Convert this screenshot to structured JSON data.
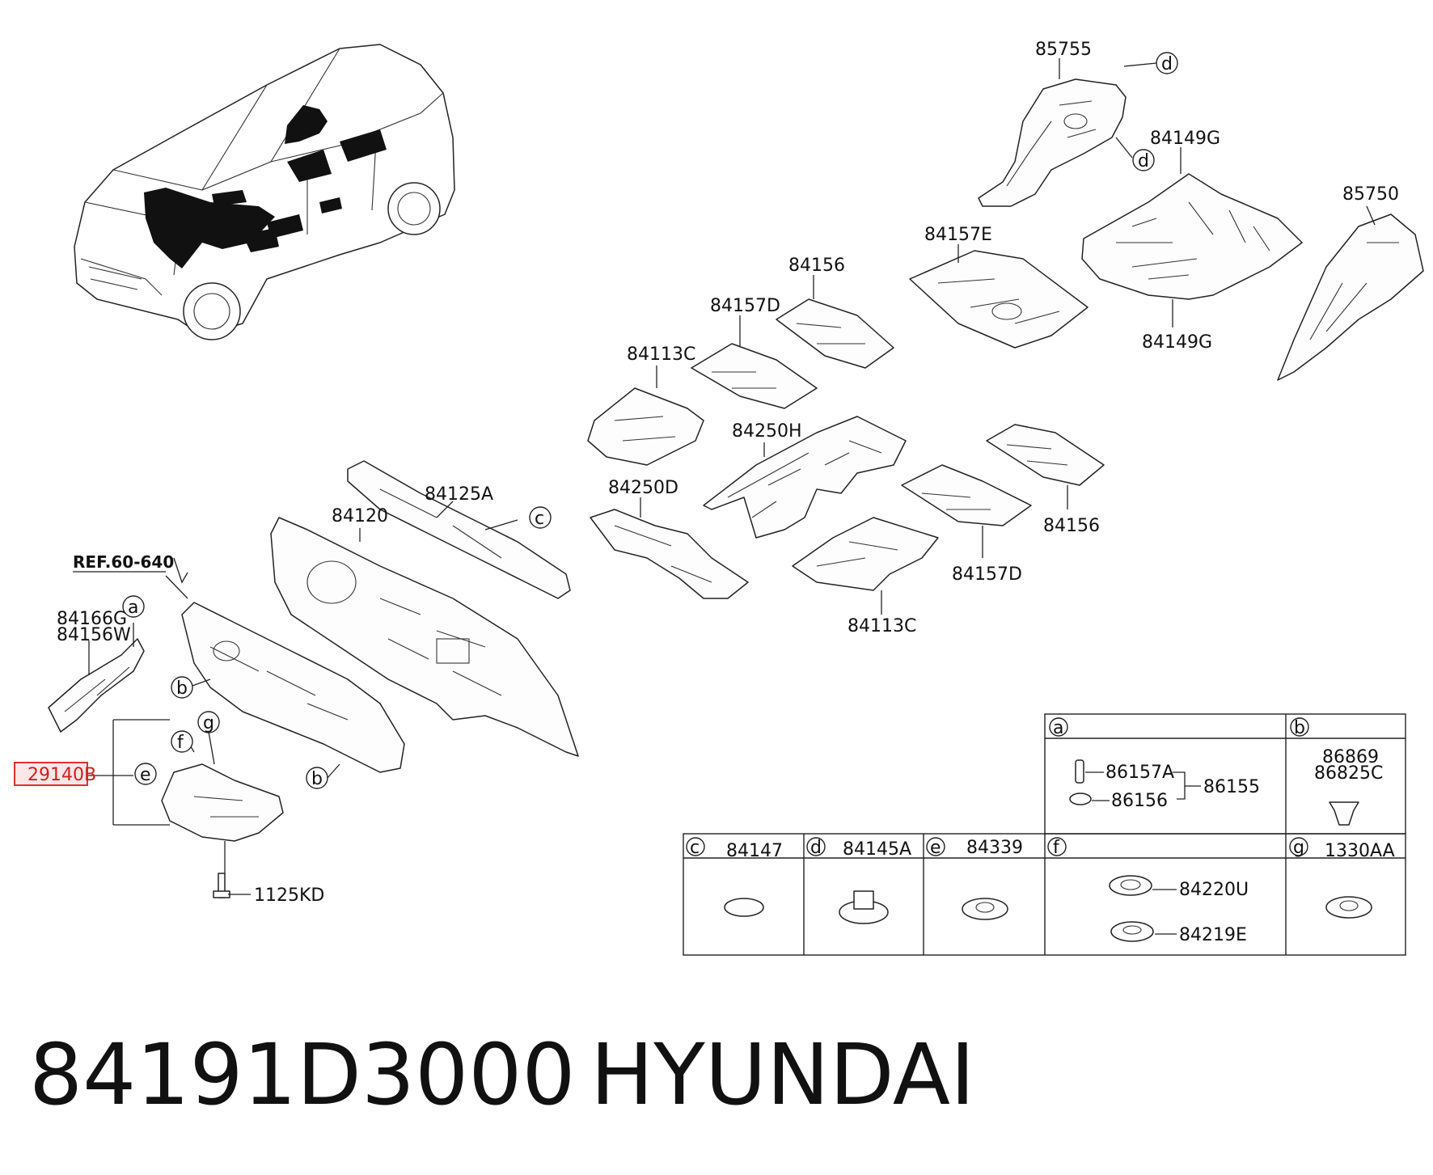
{
  "labels": {
    "l85755": "85755",
    "l84149g_top": "84149G",
    "l84149g_bot": "84149G",
    "l85750": "85750",
    "l84157e": "84157E",
    "l84156_top": "84156",
    "l84157d_top": "84157D",
    "l84113c_top": "84113C",
    "l84250h": "84250H",
    "l84250d": "84250D",
    "l84125a": "84125A",
    "l84120": "84120",
    "l84156_right": "84156",
    "l84157d_bot": "84157D",
    "l84113c_bot": "84113C",
    "ref": "REF.60-640",
    "l84166g": "84166G",
    "l84156w": "84156W",
    "l29140b": "29140B",
    "l1125kd": "1125KD"
  },
  "callouts": {
    "a": "a",
    "b": "b",
    "c": "c",
    "d": "d",
    "e": "e",
    "f": "f",
    "g": "g"
  },
  "table": {
    "cell_a": {
      "letter": "a",
      "part1": "86157A",
      "part2": "86156",
      "group": "86155"
    },
    "cell_b": {
      "letter": "b",
      "part1": "86869",
      "part2": "86825C"
    },
    "cell_c": {
      "letter": "c",
      "part": "84147"
    },
    "cell_d": {
      "letter": "d",
      "part": "84145A"
    },
    "cell_e": {
      "letter": "e",
      "part": "84339"
    },
    "cell_f": {
      "letter": "f",
      "part1": "84220U",
      "part2": "84219E"
    },
    "cell_g": {
      "letter": "g",
      "part": "1330AA"
    }
  },
  "footer": {
    "part_number": "84191D3000",
    "brand": "HYUNDAI"
  },
  "colors": {
    "highlight": "#e03030"
  }
}
